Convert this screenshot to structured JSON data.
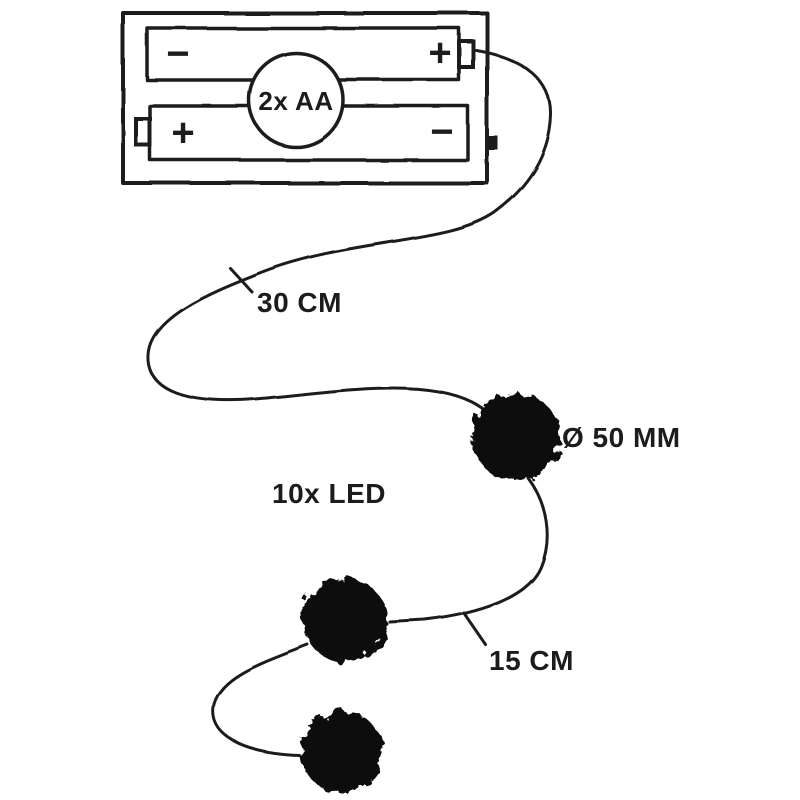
{
  "colors": {
    "background": "#ffffff",
    "ink": "#1c1c1c",
    "led_ball": "#0a0a0a"
  },
  "battery_box": {
    "badge_label": "2x AA",
    "top_battery": {
      "left_terminal": "−",
      "right_terminal": "+"
    },
    "bottom_battery": {
      "left_terminal": "+",
      "right_terminal": "−"
    }
  },
  "labels": {
    "main_wire_length": "30 CM",
    "led_diameter": "Ø 50 MM",
    "led_count": "10x LED",
    "segment_wire_length": "15 CM"
  }
}
